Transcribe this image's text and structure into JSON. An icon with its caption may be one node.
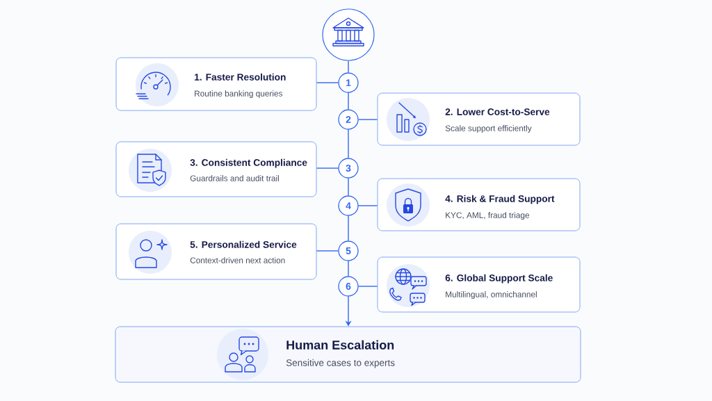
{
  "diagram": {
    "nodes": [
      {
        "text": [],
        "shape": "circle"
      },
      {
        "text": [
          "1. Faster Resolution",
          "Routine banking queries"
        ]
      },
      {
        "text": [
          "1"
        ]
      },
      {
        "text": [
          "2"
        ]
      },
      {
        "text": [
          "2. Lower Cost-to-Serve",
          "Scale support efficiently"
        ]
      },
      {
        "text": [
          "3. Consistent Compliance",
          "Guardrails and audit trail"
        ]
      },
      {
        "text": [
          "3"
        ]
      },
      {
        "text": [
          "4"
        ]
      },
      {
        "text": [
          "4. Risk & Fraud Support",
          "KYC, AML, fraud triage"
        ]
      },
      {
        "text": [
          "5. Personalized Service",
          "Context-driven next action"
        ]
      },
      {
        "text": [
          "5"
        ]
      },
      {
        "text": [
          "6"
        ]
      },
      {
        "text": [
          "6. Global Support Scale",
          "Multilingual, omnichannel"
        ]
      },
      {
        "text": [
          "Human Escalation",
          "Sensitive cases to experts"
        ]
      }
    ],
    "edges": [
      {
        "from": 0,
        "to": 2,
        "arrow": "none"
      },
      {
        "from": 2,
        "to": 1,
        "arrow": "none"
      },
      {
        "from": 2,
        "to": 3,
        "arrow": "none"
      },
      {
        "from": 3,
        "to": 4,
        "arrow": "none"
      },
      {
        "from": 3,
        "to": 6,
        "arrow": "none"
      },
      {
        "from": 6,
        "to": 5,
        "arrow": "none"
      },
      {
        "from": 6,
        "to": 7,
        "arrow": "none"
      },
      {
        "from": 7,
        "to": 8,
        "arrow": "none"
      },
      {
        "from": 7,
        "to": 10,
        "arrow": "none"
      },
      {
        "from": 10,
        "to": 9,
        "arrow": "none"
      },
      {
        "from": 10,
        "to": 11,
        "arrow": "none"
      },
      {
        "from": 11,
        "to": 12,
        "arrow": "none"
      },
      {
        "from": 11,
        "to": 13,
        "arrow": "to"
      }
    ]
  }
}
